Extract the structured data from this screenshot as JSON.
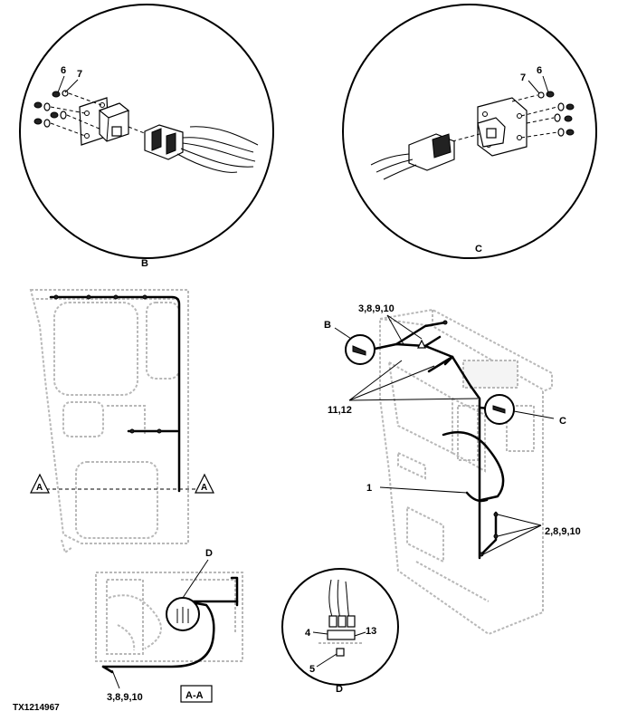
{
  "callouts": {
    "detail_b_6": "6",
    "detail_b_7": "7",
    "detail_b_label": "B",
    "detail_c_7": "7",
    "detail_c_6": "6",
    "detail_c_label": "C",
    "main_3_8_9_10": "3,8,9,10",
    "main_b": "B",
    "main_11_12": "11,12",
    "main_c": "C",
    "main_1": "1",
    "main_2_8_9_10": "2,8,9,10",
    "section_a_left": "A",
    "section_a_right": "A",
    "section_d": "D",
    "section_3_8_9_10": "3,8,9,10",
    "section_aa": "A-A",
    "detail_d_4": "4",
    "detail_d_13": "13",
    "detail_d_5": "5",
    "detail_d_label": "D"
  },
  "figure_id": "TX1214967"
}
